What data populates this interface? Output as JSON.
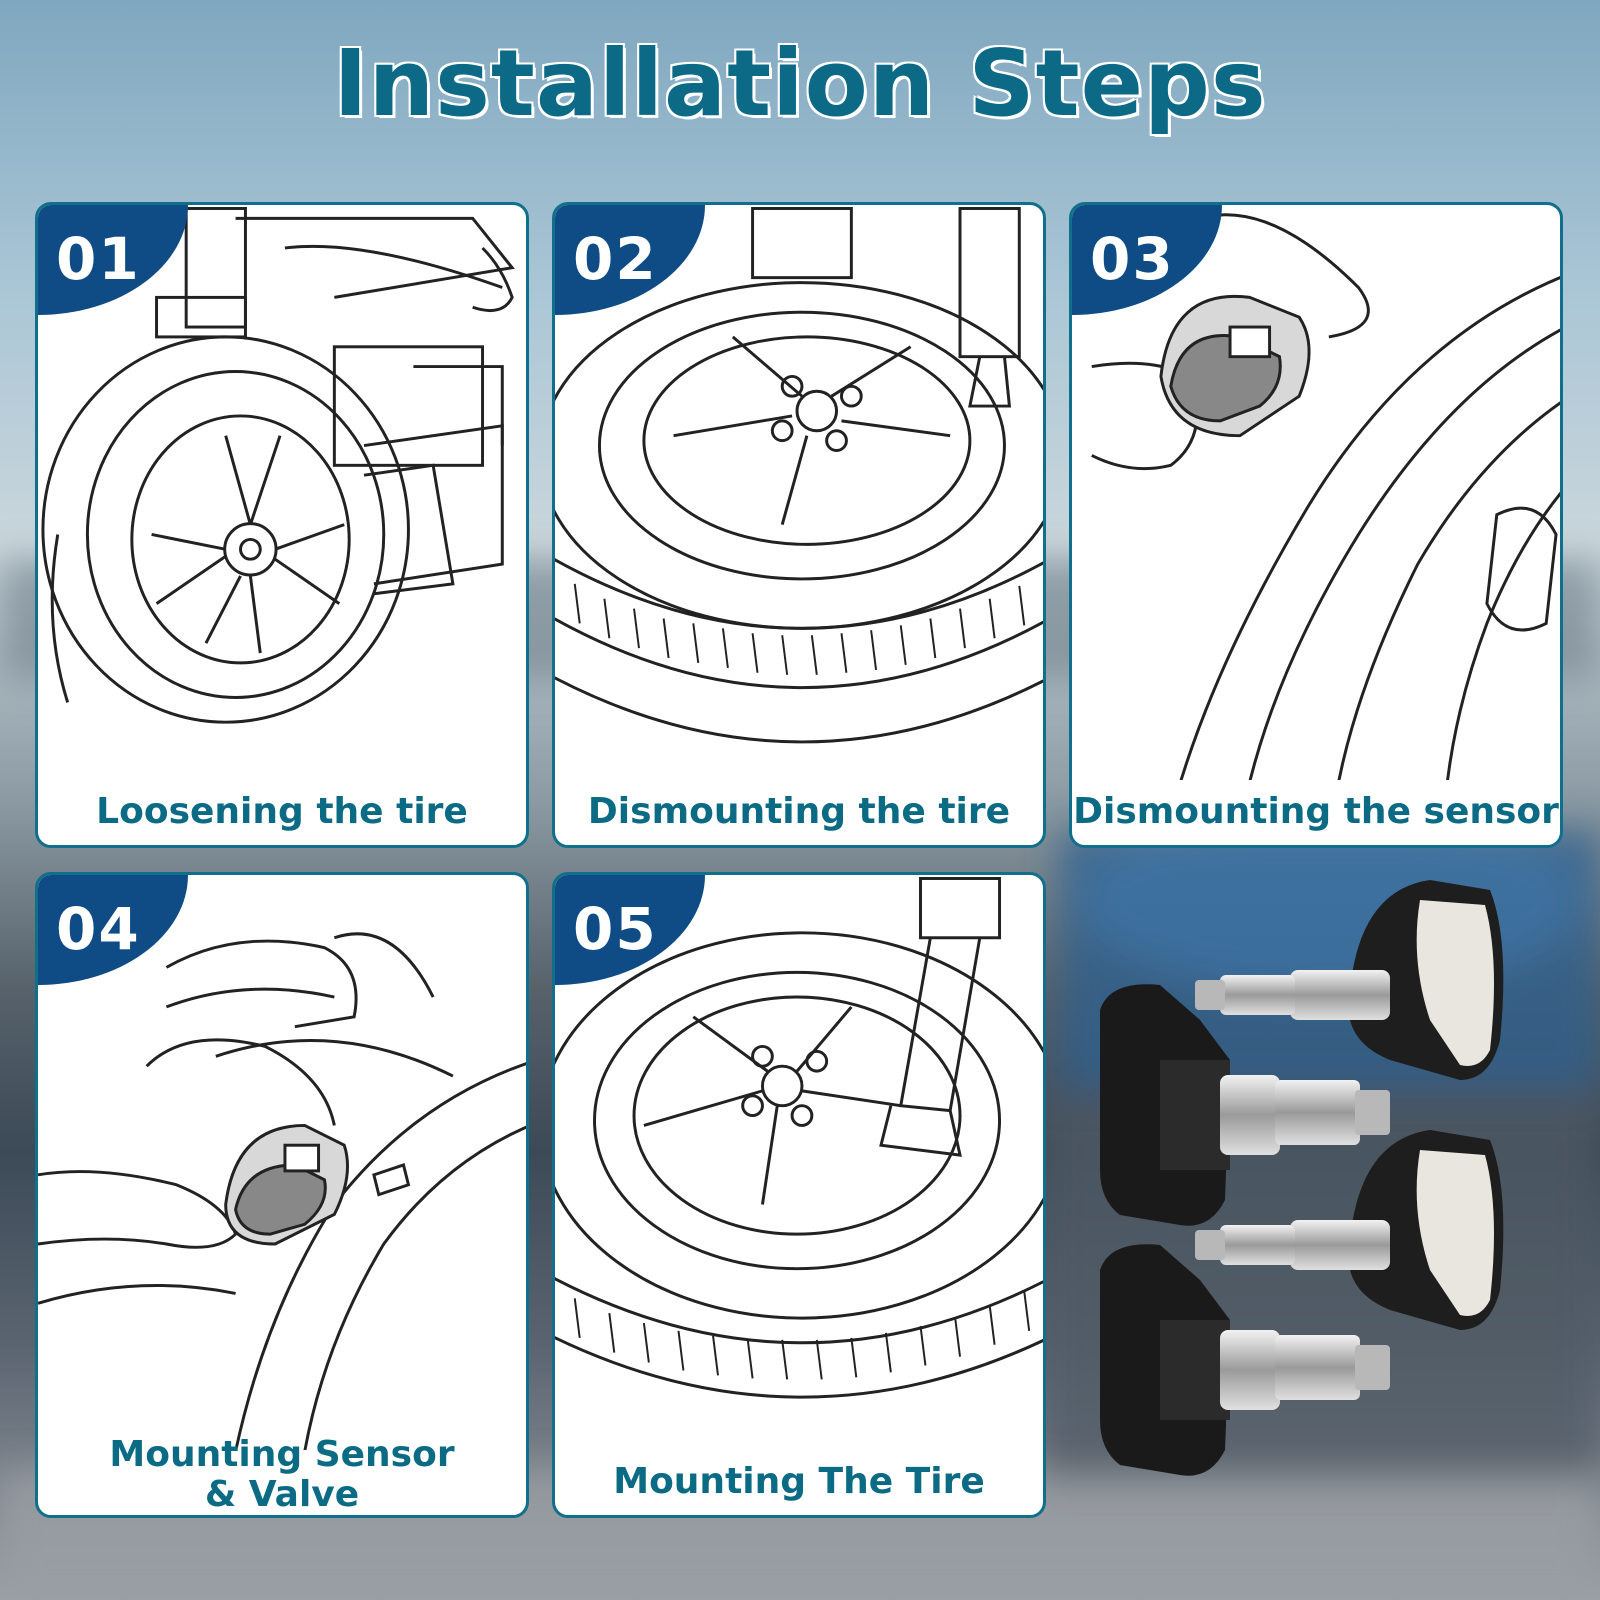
{
  "title": "Installation Steps",
  "steps": [
    {
      "number": "01",
      "caption": "Loosening the tire"
    },
    {
      "number": "02",
      "caption": "Dismounting the tire"
    },
    {
      "number": "03",
      "caption": "Dismounting the sensor"
    },
    {
      "number": "04",
      "caption_line1": "Mounting Sensor",
      "caption_line2": "& Valve"
    },
    {
      "number": "05",
      "caption": "Mounting The Tire"
    }
  ],
  "colors": {
    "accent": "#0c6b84",
    "badge": "#0f4c86",
    "border": "#10708b"
  },
  "icons": [
    "tire-changer-illustration",
    "wheel-illustration",
    "tpms-sensor-illustration",
    "hand-illustration",
    "tpms-sensor-product"
  ]
}
